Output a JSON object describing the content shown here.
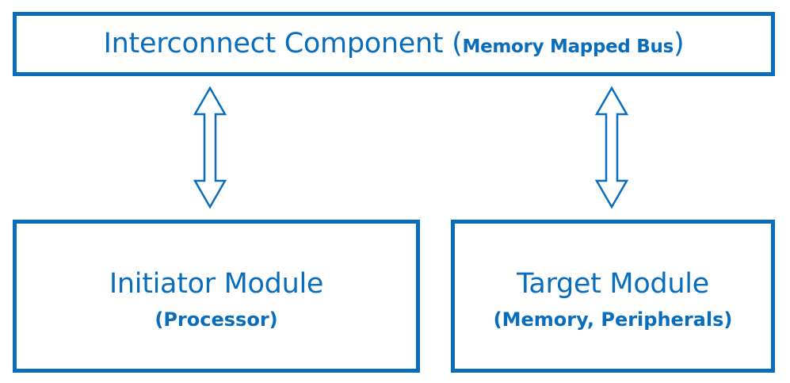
{
  "colors": {
    "accent": "#0a6dbc",
    "background": "#ffffff"
  },
  "interconnect": {
    "title": "Interconnect Component",
    "open_paren": "(",
    "detail": "Memory Mapped Bus",
    "close_paren": ")"
  },
  "initiator": {
    "title": "Initiator Module",
    "subtitle": "(Processor)"
  },
  "target": {
    "title": "Target Module",
    "subtitle": "(Memory, Peripherals)"
  },
  "arrows": {
    "left": "double-arrow-icon",
    "right": "double-arrow-icon"
  }
}
